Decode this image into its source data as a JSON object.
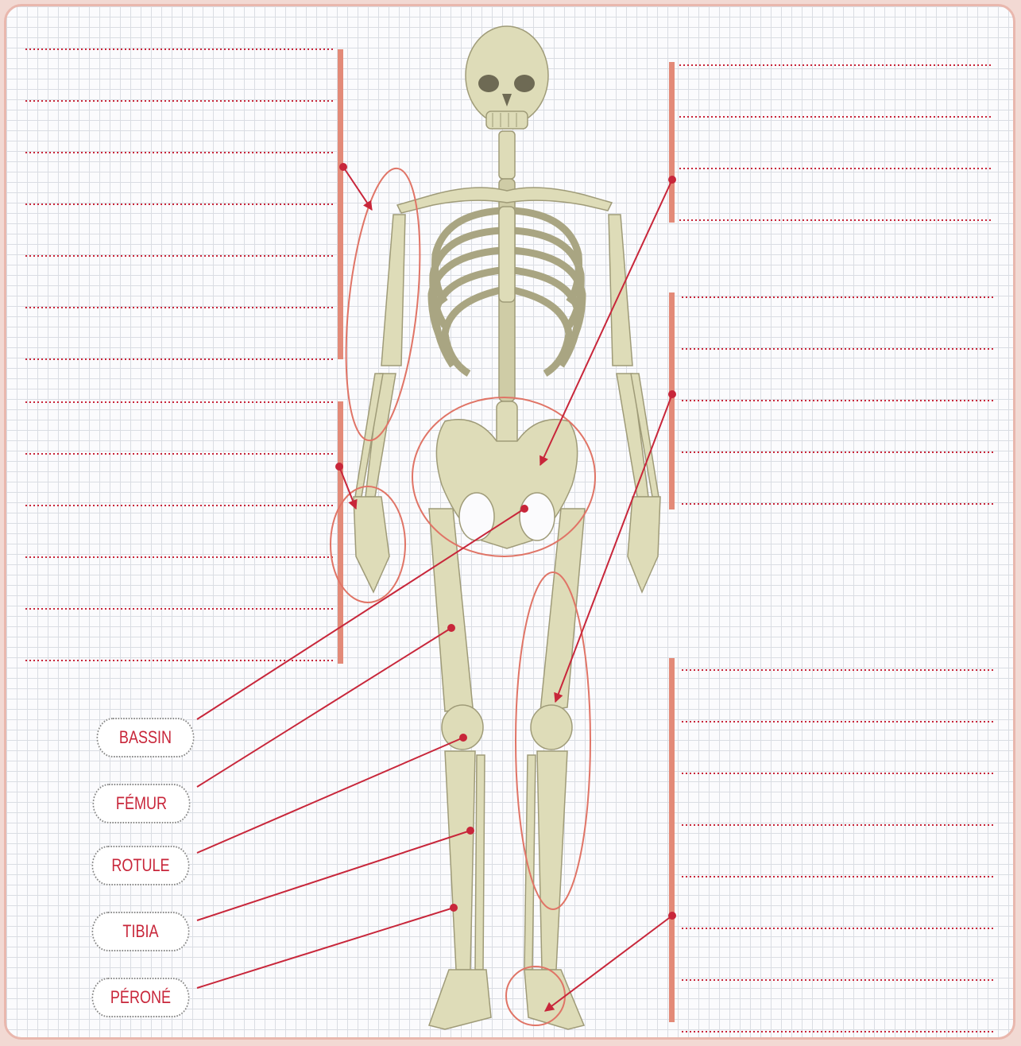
{
  "labels": {
    "bassin": "BASSIN",
    "femur": "FÉMUR",
    "rotule": "ROTULE",
    "tibia": "TIBIA",
    "perone": "PÉRONÉ"
  },
  "colors": {
    "accent_red": "#c8263a",
    "bar_salmon": "#e38a78",
    "oval_stroke": "#e07466",
    "bone": "#dedcb8",
    "bone_shadow": "#9f9b78",
    "grid_line": "#dadde3",
    "frame": "#e9b7ad"
  },
  "icons": {
    "figure": "human-skeleton-front-view"
  }
}
